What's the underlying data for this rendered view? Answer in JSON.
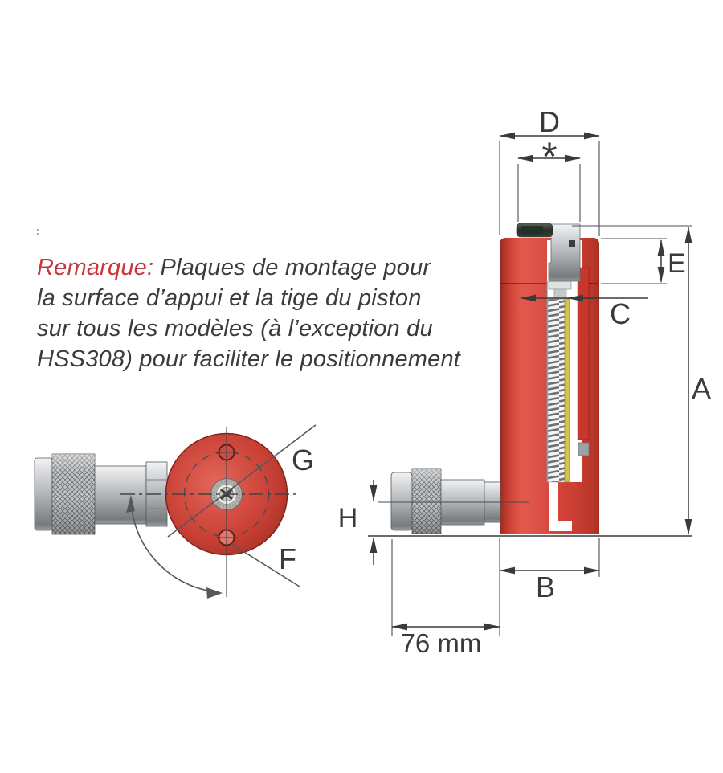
{
  "note": {
    "prefix": "Remarque:",
    "line1": " Plaques de montage pour",
    "lines": [
      "la surface d’appui et la tige du piston",
      "sur tous les modèles (à l’exception du",
      "HSS308) pour faciliter le positionnement"
    ]
  },
  "stray_mark": ":",
  "labels": {
    "d": "D",
    "star": "*",
    "e": "E",
    "c": "C",
    "a": "A",
    "h": "H",
    "b": "B",
    "base_width": "76 mm",
    "g": "G",
    "f": "F"
  },
  "colors": {
    "accent_red": "#c9373c",
    "cylinder_red": "#d5443a",
    "metal_grey": "#b9bcbf",
    "spring_yellow": "#d8c44c",
    "dimension_line": "#3a3a3c"
  }
}
